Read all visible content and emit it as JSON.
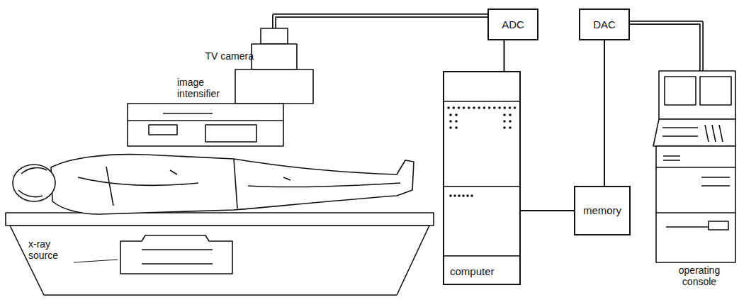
{
  "diagram": {
    "nodes": [
      {
        "text": [
          "ADC"
        ]
      },
      {
        "text": [
          "DAC"
        ]
      },
      {
        "text": [
          "computer"
        ]
      },
      {
        "text": [
          "memory"
        ]
      }
    ],
    "edges": [
      {
        "from": 0,
        "to": 2,
        "arrow": "none"
      },
      {
        "from": 2,
        "to": 3,
        "arrow": "none"
      },
      {
        "from": 1,
        "to": 3,
        "arrow": "none"
      }
    ],
    "labels": [
      "TV camera",
      "image intensifier",
      "x-ray source",
      "operating console"
    ]
  }
}
